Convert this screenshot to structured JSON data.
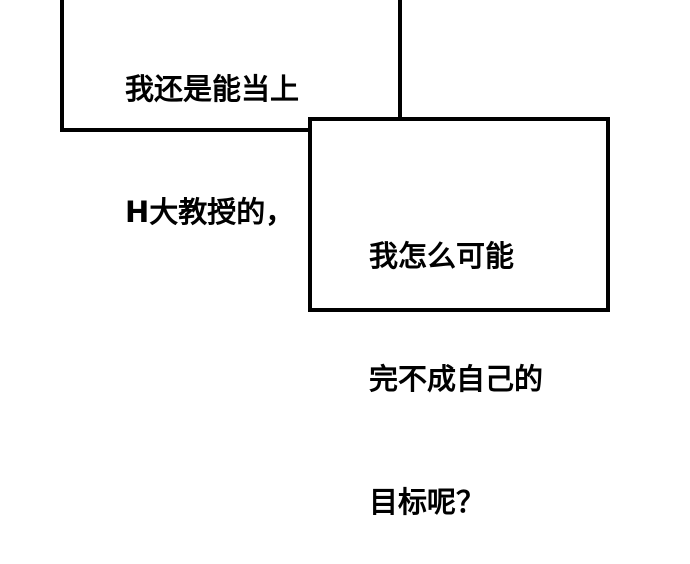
{
  "caption_top": {
    "lines": [
      "我还是能当上",
      "H大教授的，"
    ]
  },
  "caption_bottom": {
    "lines": [
      "我怎么可能",
      "完不成自己的",
      "目标呢？"
    ]
  },
  "colors": {
    "background": "#ffffff",
    "border": "#000000",
    "text": "#000000"
  }
}
